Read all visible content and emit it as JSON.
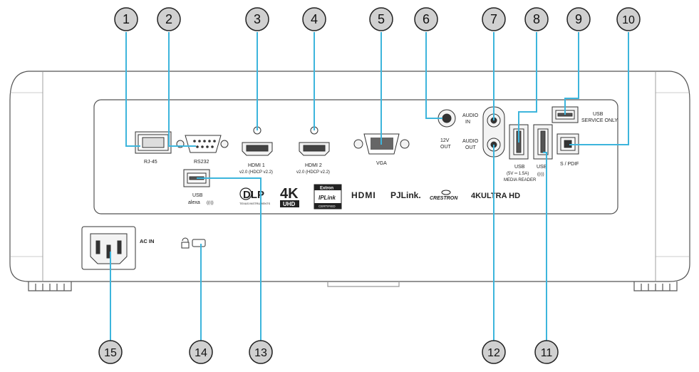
{
  "callouts": [
    {
      "n": "1"
    },
    {
      "n": "2"
    },
    {
      "n": "3"
    },
    {
      "n": "4"
    },
    {
      "n": "5"
    },
    {
      "n": "6"
    },
    {
      "n": "7"
    },
    {
      "n": "8"
    },
    {
      "n": "9"
    },
    {
      "n": "10"
    },
    {
      "n": "11"
    },
    {
      "n": "12"
    },
    {
      "n": "13"
    },
    {
      "n": "14"
    },
    {
      "n": "15"
    }
  ],
  "ports": {
    "rj45": "RJ-45",
    "rs232": "RS232",
    "hdmi1": "HDMI 1",
    "hdmi1_sub": "v2.0 (HDCP v2.2)",
    "hdmi2": "HDMI 2",
    "hdmi2_sub": "v2.0 (HDCP v2.2)",
    "vga": "VGA",
    "out12v_a": "12V",
    "out12v_b": "OUT",
    "audio_in_a": "AUDIO",
    "audio_in_b": "IN",
    "audio_out_a": "AUDIO",
    "audio_out_b": "OUT",
    "usb_media_a": "USB",
    "usb_media_b": "(5V ═ 1.5A)",
    "usb_media_c": "MEDIA READER",
    "usb_wifi": "USB",
    "usb_wifi_sym": "((ı))",
    "usb_service_a": "USB",
    "usb_service_b": "SERVICE ONLY",
    "spdif": "S / PDIF",
    "usb_alexa_a": "USB",
    "usb_alexa_b": "alexa",
    "usb_alexa_sym": "((ı))",
    "ac_in": "AC IN"
  },
  "logos": {
    "dlp": "DLP",
    "dlp_sub": "TEXAS INSTRUMENTS",
    "k4": "4K",
    "uhd": "UHD",
    "extron": "Extron",
    "iplink": "IPLink",
    "certified": "CERTIFIED",
    "hdmi": "HDMI",
    "pjlink": "PJLink.",
    "crestron": "CRESTRON",
    "ultrahd": "4KULTRA HD"
  },
  "colors": {
    "callout_line": "#3db5dc",
    "callout_fill": "#cfcfcf",
    "body_line": "#555555"
  }
}
